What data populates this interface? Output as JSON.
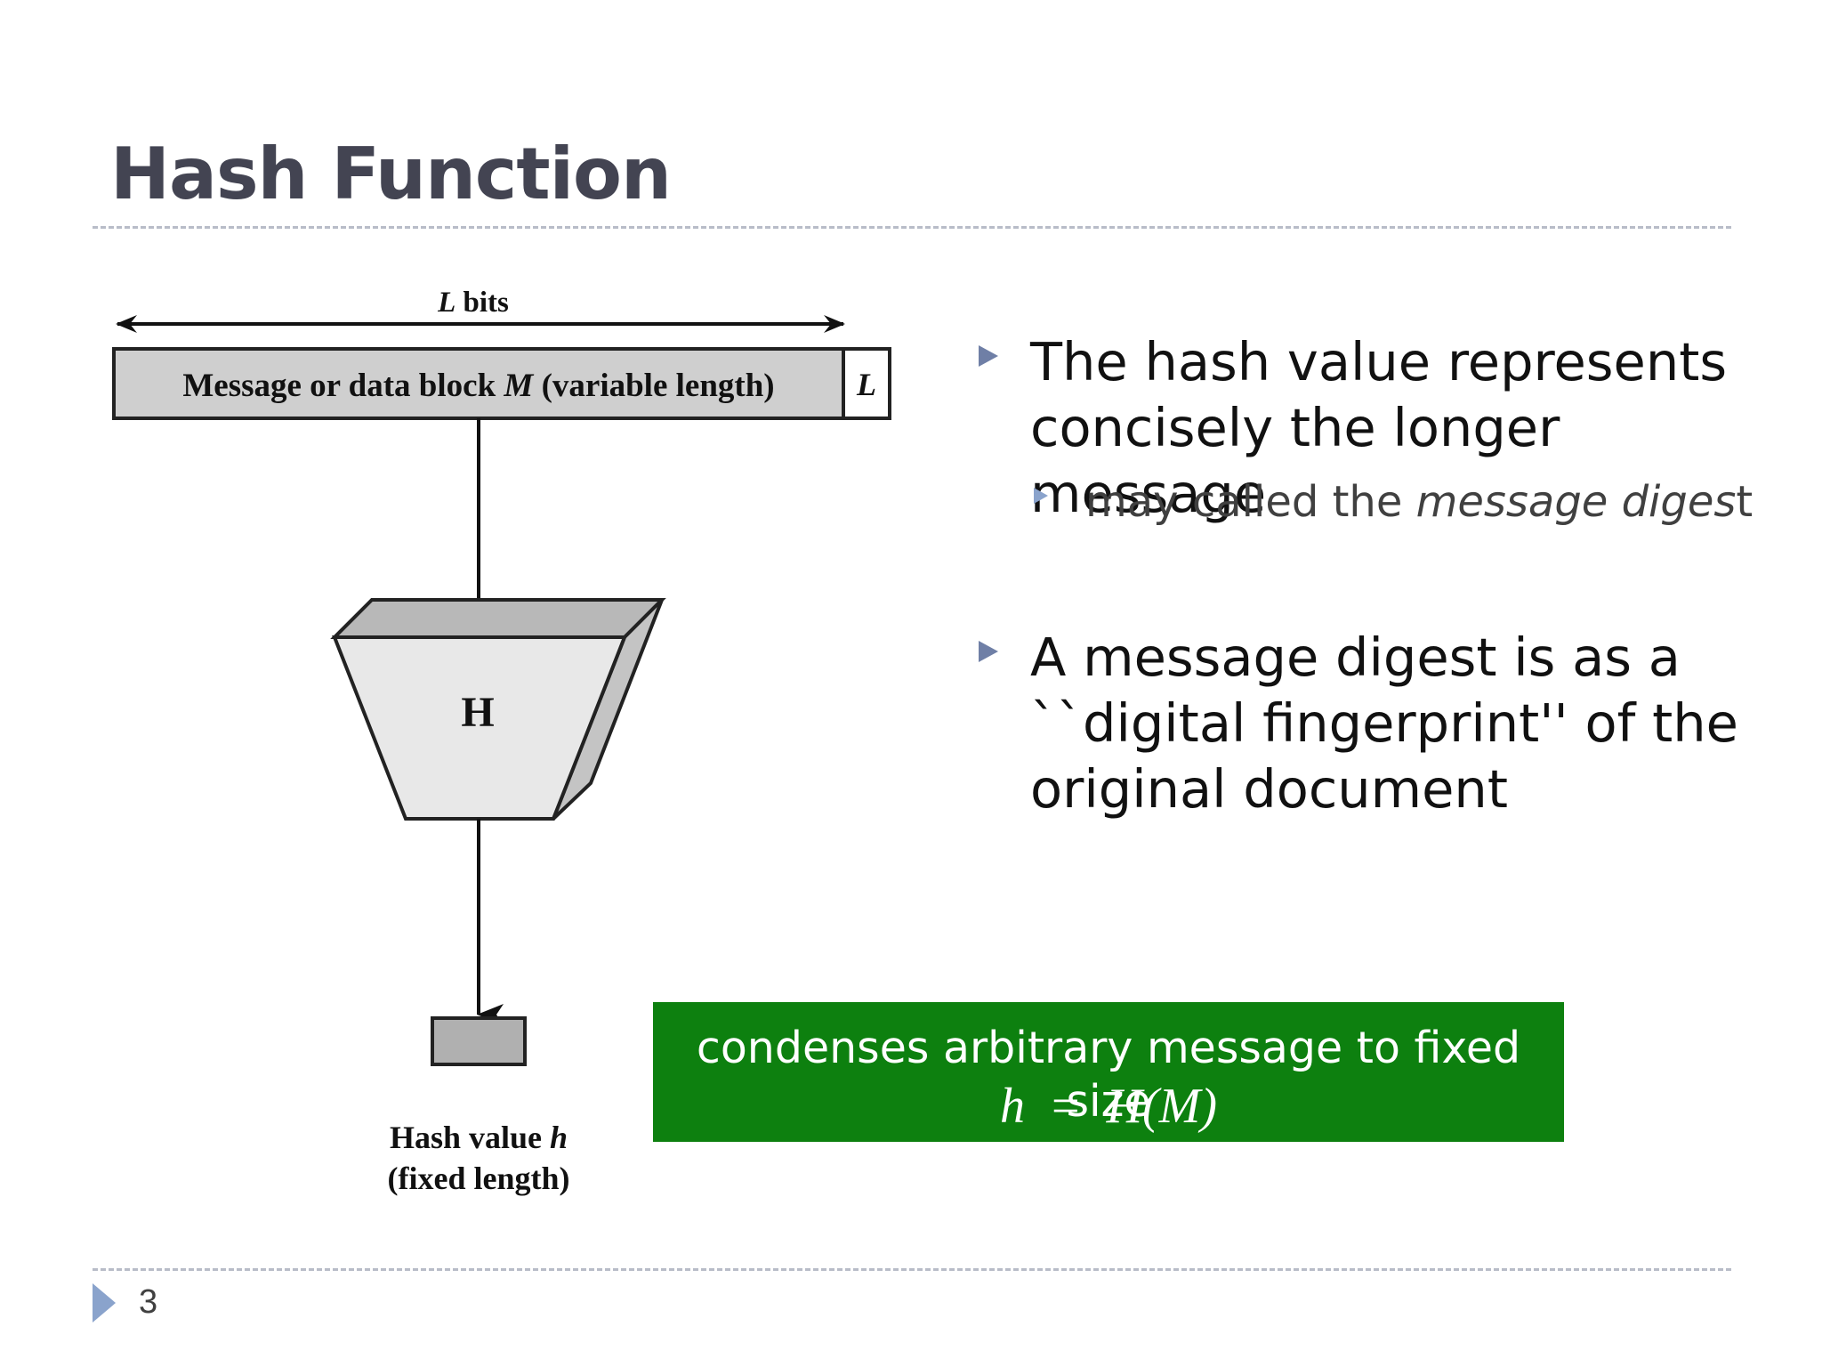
{
  "slide": {
    "title": "Hash Function",
    "page_number": "3"
  },
  "diagram": {
    "length_label_var": "L",
    "length_label_unit": " bits",
    "message_label_pre": "Message or data block ",
    "message_label_var": "M",
    "message_label_post": " (variable length)",
    "length_field_label": "L",
    "function_label": "H",
    "output_label_line1_pre": "Hash value ",
    "output_label_line1_var": "h",
    "output_label_line2": "(fixed length)"
  },
  "bullets": [
    {
      "text": "The hash value represents concisely the longer message",
      "sub": {
        "pre": "may called the ",
        "emphasis": "message diges",
        "post": "t"
      }
    },
    {
      "text": "A message digest is as a ``digital fingerprint'' of the original document"
    }
  ],
  "callout": {
    "text": "condenses arbitrary message to fixed size",
    "formula_lhs": "h",
    "formula_eq": "=",
    "formula_rhs": "H(M)"
  },
  "colors": {
    "title": "#434452",
    "callout_bg": "#0d800f",
    "bullet_marker": "#6f7fa6",
    "diagram_fill_block": "#cfcfcf",
    "diagram_fill_function": "#e8e8e8",
    "diagram_fill_output": "#b0b0b0"
  }
}
